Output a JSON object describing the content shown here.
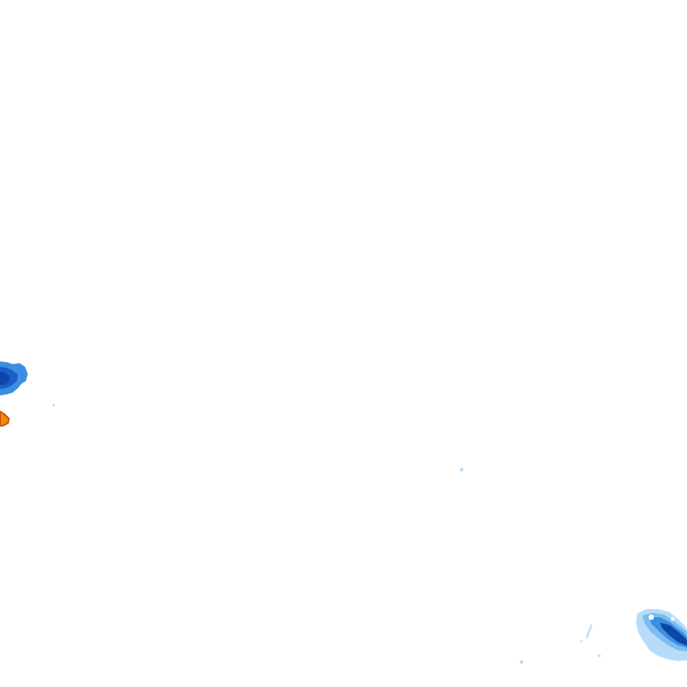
{
  "map": {
    "type": "precipitation-radar-tile",
    "background_color": "#ffffff",
    "legend_colors": {
      "very_light": "#b8dcf8",
      "light": "#7cbcf0",
      "moderate": "#3c8ee0",
      "heavy": "#1a5ec8",
      "very_heavy": "#0e46a8",
      "intense": "#f08a10",
      "intense_outline": "#c04800"
    },
    "echoes": [
      {
        "id": "west-cell",
        "intensity": "heavy"
      },
      {
        "id": "west-intense-cell",
        "intensity": "intense"
      },
      {
        "id": "southeast-cell",
        "intensity": "very_heavy"
      },
      {
        "id": "scattered-speckles",
        "intensity": "very_light"
      }
    ]
  }
}
